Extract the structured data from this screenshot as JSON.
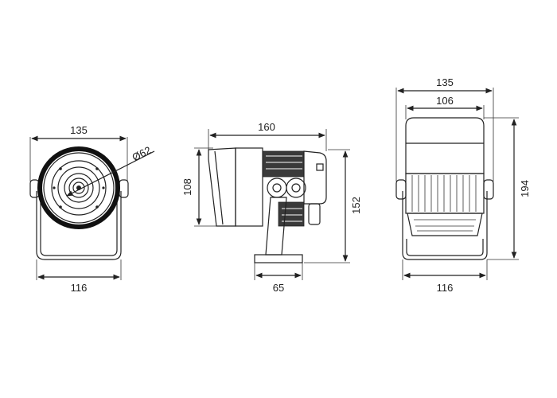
{
  "front_view": {
    "width_top": "135",
    "diameter": "Ø62",
    "width_bottom": "116"
  },
  "side_view": {
    "length": "160",
    "height_left": "108",
    "height_right": "152",
    "base_width": "65"
  },
  "back_view": {
    "width_outer": "135",
    "width_inner": "106",
    "height": "194",
    "width_bottom": "116"
  },
  "colors": {
    "line": "#222222",
    "fin": "#3a3a3a",
    "background": "#ffffff"
  }
}
